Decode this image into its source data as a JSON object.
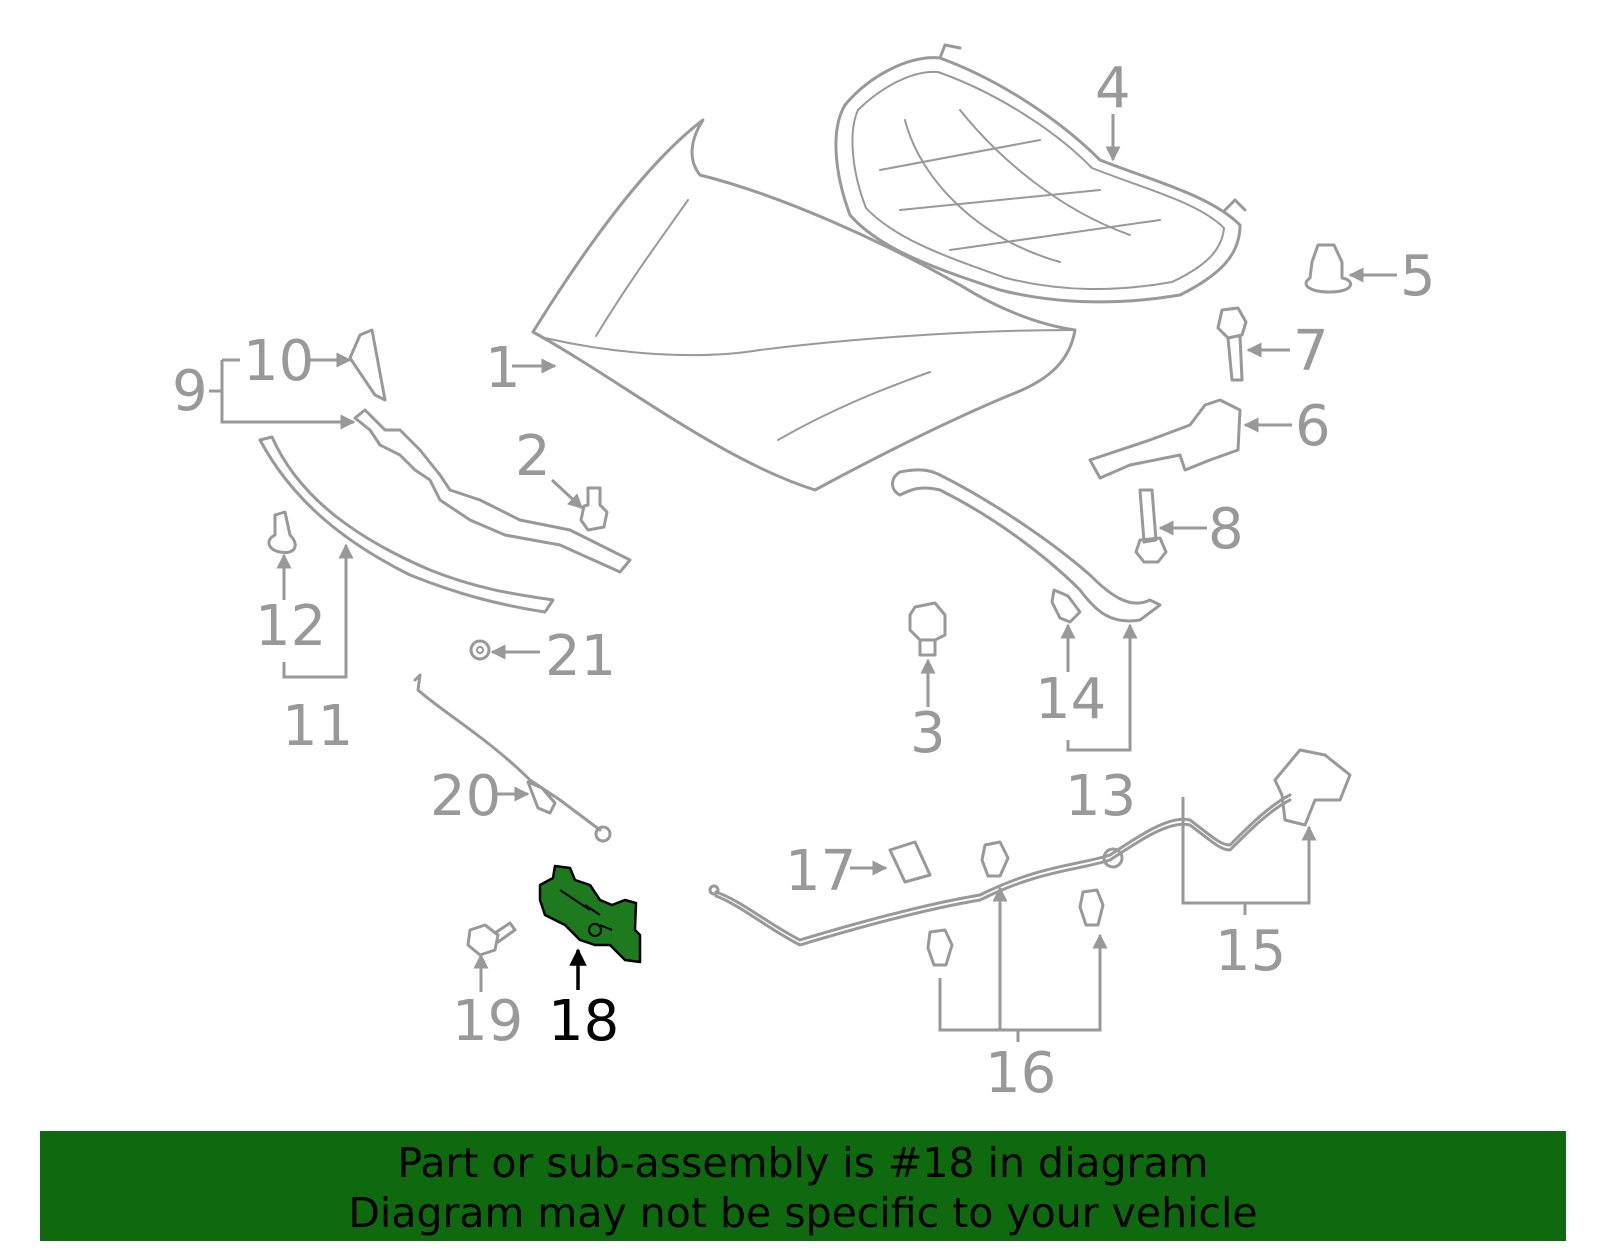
{
  "diagram": {
    "highlight_part": "18",
    "highlight_color": "#1e7a1e",
    "line_color": "#999999",
    "labels": {
      "p1": "1",
      "p2": "2",
      "p3": "3",
      "p4": "4",
      "p5": "5",
      "p6": "6",
      "p7": "7",
      "p8": "8",
      "p9": "9",
      "p10": "10",
      "p11": "11",
      "p12": "12",
      "p13": "13",
      "p14": "14",
      "p15": "15",
      "p16": "16",
      "p17": "17",
      "p18": "18",
      "p19": "19",
      "p20": "20",
      "p21": "21"
    }
  },
  "banner": {
    "line1": "Part or sub-assembly is #18 in diagram",
    "line2": "Diagram may not be specific to your vehicle",
    "background": "#0f6a0f"
  }
}
